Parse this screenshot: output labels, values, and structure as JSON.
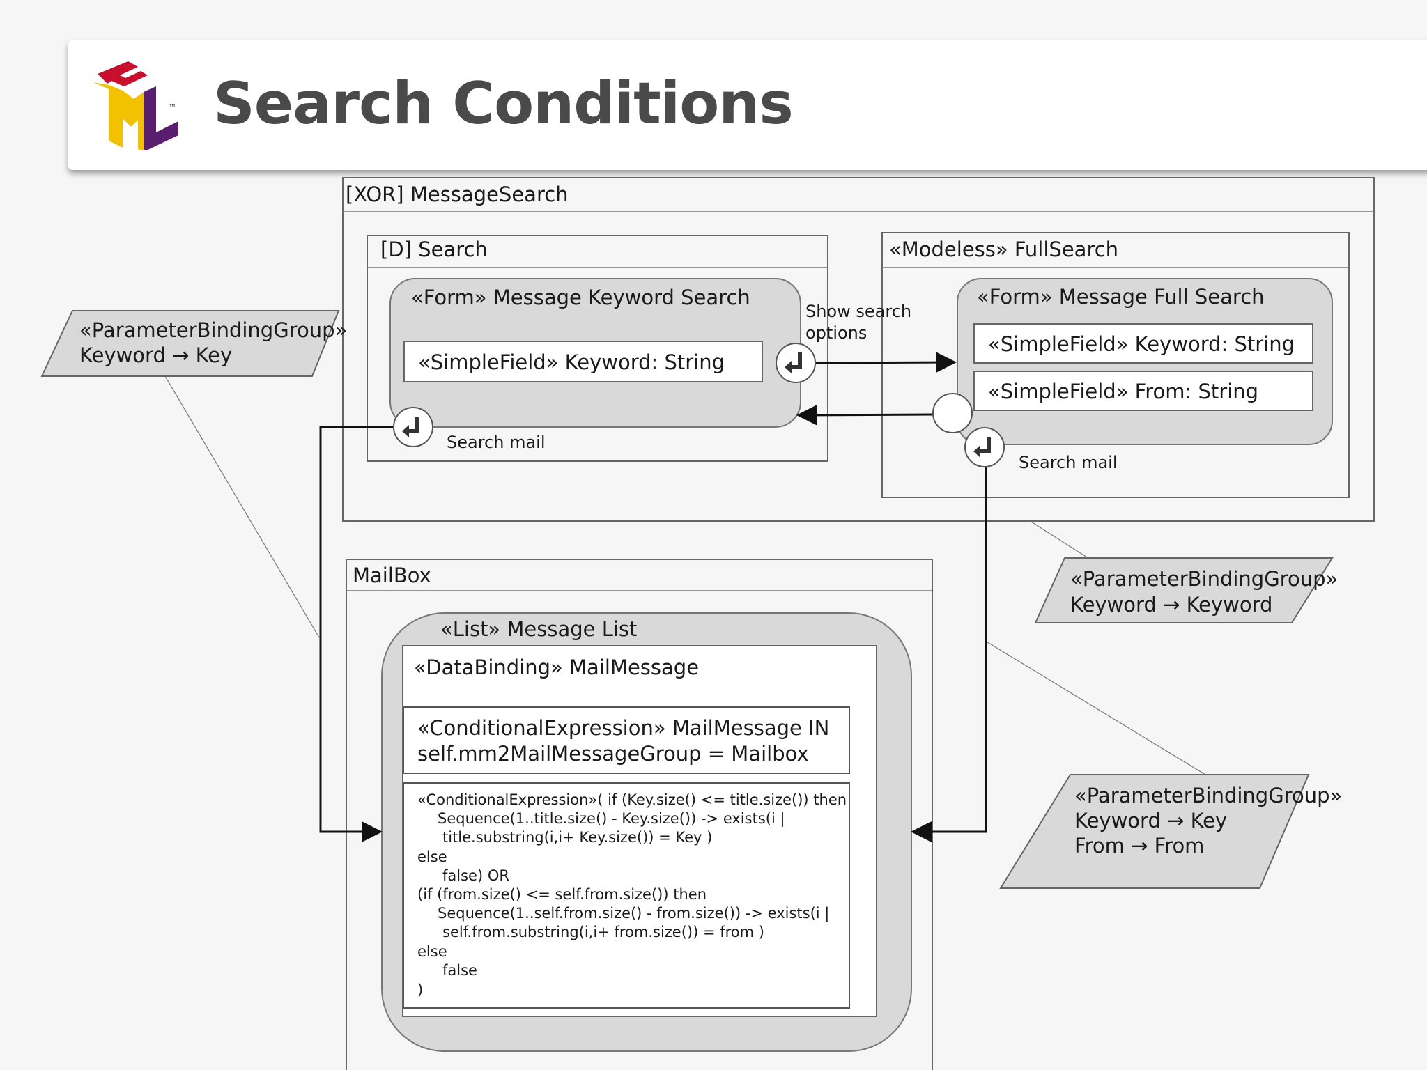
{
  "header": {
    "title": "Search Conditions",
    "logo_letters": "IFML",
    "logo_tm": "™"
  },
  "colors": {
    "logo_yellow": "#f2c200",
    "logo_red": "#c8102e",
    "logo_purple": "#5a1e6e",
    "component_fill": "#d9d9d9",
    "frame_stroke": "#666666"
  },
  "containers": {
    "message_search": "[XOR] MessageSearch",
    "search": "[D] Search",
    "full_search": "«Modeless» FullSearch",
    "mailbox": "MailBox"
  },
  "forms": {
    "keyword_form": "«Form» Message Keyword Search",
    "keyword_field": "«SimpleField» Keyword: String",
    "full_form": "«Form» Message Full Search",
    "full_keyword_field": "«SimpleField» Keyword: String",
    "full_from_field": "«SimpleField» From: String"
  },
  "events": {
    "show_search_options_1": "Show search",
    "show_search_options_2": "options",
    "search_mail_left": "Search mail",
    "search_mail_right": "Search mail"
  },
  "list": {
    "title": "«List» Message List",
    "data_binding": "«DataBinding» MailMessage",
    "cond1_line1": "«ConditionalExpression» MailMessage IN",
    "cond1_line2": "self.mm2MailMessageGroup = Mailbox",
    "cond2_lines": [
      "«ConditionalExpression»( if (Key.size() <= title.size()) then",
      "Sequence(1..title.size() - Key.size()) -> exists(i |",
      "title.substring(i,i+ Key.size()) = Key )",
      "else",
      "false) OR",
      "(if (from.size() <= self.from.size()) then",
      "Sequence(1..self.from.size() - from.size()) -> exists(i |",
      "self.from.substring(i,i+ from.size()) = from )",
      "else",
      "false",
      ")"
    ]
  },
  "parameter_bindings": {
    "left": {
      "stereotype": "«ParameterBindingGroup»",
      "line1": "Keyword → Key"
    },
    "right_top": {
      "stereotype": "«ParameterBindingGroup»",
      "line1": "Keyword → Keyword"
    },
    "right_bottom": {
      "stereotype": "«ParameterBindingGroup»",
      "line1": "Keyword → Key",
      "line2": "From → From"
    }
  }
}
